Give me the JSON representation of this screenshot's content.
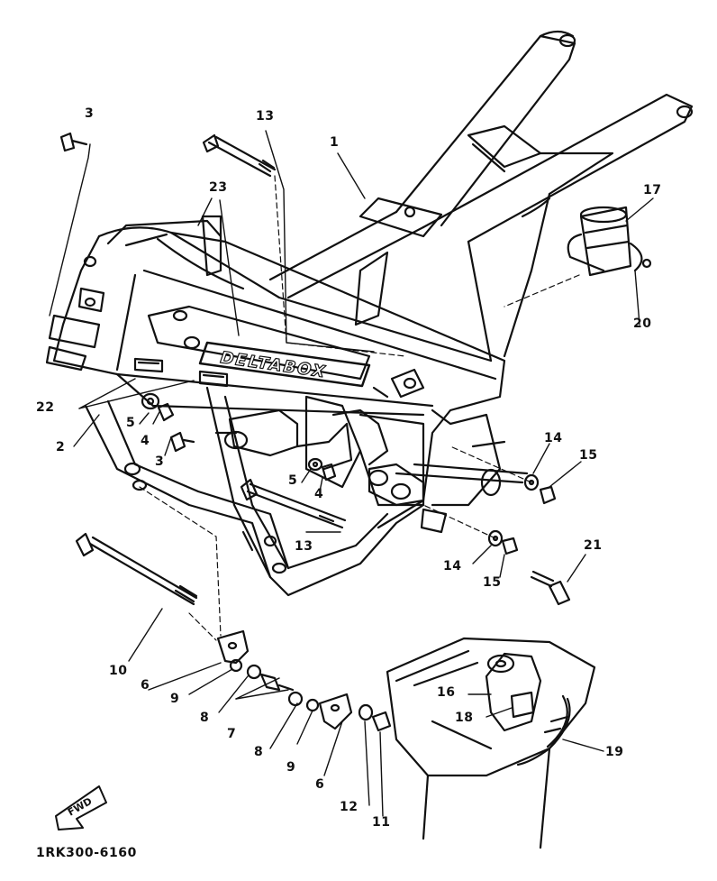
{
  "diagram": {
    "frame_logo_text": "DELTABOX",
    "fwd_label": "FWD",
    "drawing_code": "1RK300-6160",
    "callouts": [
      {
        "id": "c1",
        "text": "1"
      },
      {
        "id": "c2",
        "text": "2"
      },
      {
        "id": "c3a",
        "text": "3"
      },
      {
        "id": "c3b",
        "text": "3"
      },
      {
        "id": "c4a",
        "text": "4"
      },
      {
        "id": "c4b",
        "text": "4"
      },
      {
        "id": "c5a",
        "text": "5"
      },
      {
        "id": "c5b",
        "text": "5"
      },
      {
        "id": "c6a",
        "text": "6"
      },
      {
        "id": "c6b",
        "text": "6"
      },
      {
        "id": "c7",
        "text": "7"
      },
      {
        "id": "c8a",
        "text": "8"
      },
      {
        "id": "c8b",
        "text": "8"
      },
      {
        "id": "c9a",
        "text": "9"
      },
      {
        "id": "c9b",
        "text": "9"
      },
      {
        "id": "c10",
        "text": "10"
      },
      {
        "id": "c11",
        "text": "11"
      },
      {
        "id": "c12",
        "text": "12"
      },
      {
        "id": "c13a",
        "text": "13"
      },
      {
        "id": "c13b",
        "text": "13"
      },
      {
        "id": "c14a",
        "text": "14"
      },
      {
        "id": "c14b",
        "text": "14"
      },
      {
        "id": "c15a",
        "text": "15"
      },
      {
        "id": "c15b",
        "text": "15"
      },
      {
        "id": "c16",
        "text": "16"
      },
      {
        "id": "c17",
        "text": "17"
      },
      {
        "id": "c18",
        "text": "18"
      },
      {
        "id": "c19",
        "text": "19"
      },
      {
        "id": "c20",
        "text": "20"
      },
      {
        "id": "c21",
        "text": "21"
      },
      {
        "id": "c22",
        "text": "22"
      },
      {
        "id": "c23",
        "text": "23"
      }
    ]
  }
}
